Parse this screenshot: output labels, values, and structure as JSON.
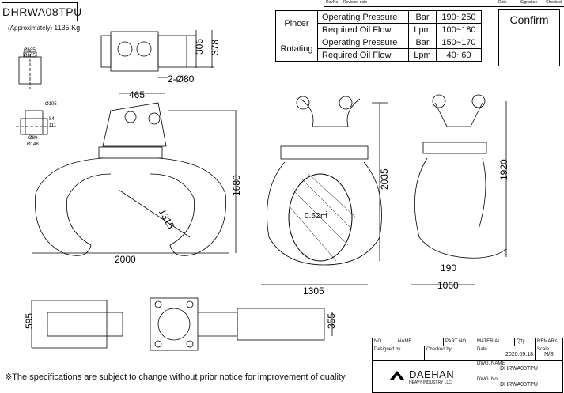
{
  "model": "DHRWA08TPU",
  "weight": {
    "prefix": "(Approximately)",
    "value": "1135 Kg"
  },
  "revision_header": {
    "rev_no": "RevNo",
    "rev_note": "Revision note",
    "date": "Date",
    "signature": "Signature",
    "checked": "Checked"
  },
  "spec_table": {
    "pincer": {
      "label": "Pincer",
      "rows": [
        {
          "param": "Operating Pressure",
          "unit": "Bar",
          "value": "190~250"
        },
        {
          "param": "Required Oil Flow",
          "unit": "Lpm",
          "value": "100~180"
        }
      ]
    },
    "rotating": {
      "label": "Rotating",
      "rows": [
        {
          "param": "Operating Pressure",
          "unit": "Bar",
          "value": "150~170"
        },
        {
          "param": "Required Oil Flow",
          "unit": "Lpm",
          "value": "40~60"
        }
      ]
    }
  },
  "confirm_label": "Confirm",
  "dimensions": {
    "top_view_h1": "306",
    "top_view_h2": "378",
    "pin": "2-Ø80",
    "d135": "Ø135",
    "d165": "Ø165",
    "d105": "Ø105",
    "d80": "Ø80",
    "d148": "Ø148",
    "d111": "111",
    "d84": "84",
    "w465": "465",
    "h1680": "1680",
    "r1315": "1315",
    "w2000": "2000",
    "area": "0.62㎡",
    "h2035": "2035",
    "w1305": "1305",
    "h1920": "1920",
    "w190": "190",
    "w1060": "1060",
    "h595": "595",
    "h355": "355"
  },
  "footnote": "※The specifications are subject to change without prior notice for improvement of quality",
  "title_block": {
    "no": "NO.",
    "name": "NAME",
    "part_no": "PART NO.",
    "material": "MATERIAL",
    "qty": "Q'ty",
    "remark": "REMARK",
    "designed_by": "Designed by",
    "checked_by": "Checked by",
    "date_label": "Date",
    "date_value": "2020.09.18",
    "scale_label": "Scale",
    "scale_value": "N/S",
    "dwg_name_label": "DWG. NAME",
    "dwg_name_value": "DHRWA08TPU",
    "dwg_no_label": "DWG. No.",
    "dwg_no_value": "DHRWA08TPU",
    "company": "DAEHAN",
    "company_sub": "HEAVY INDUSTRY LLC"
  }
}
